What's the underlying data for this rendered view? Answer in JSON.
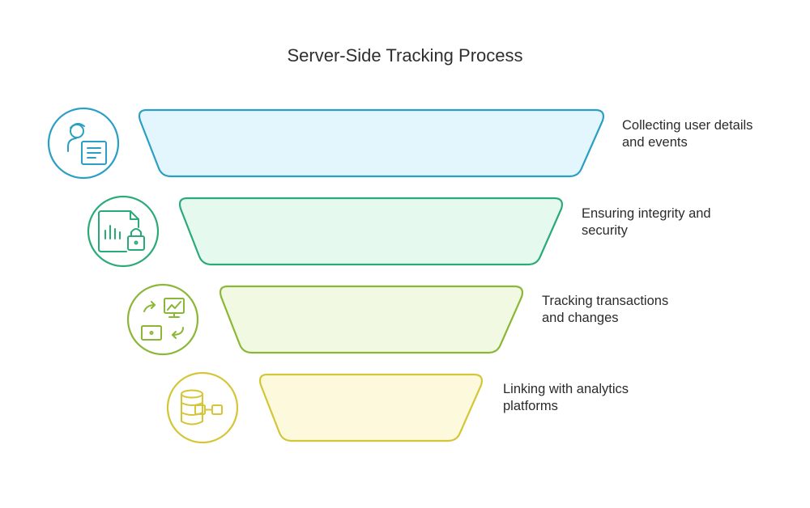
{
  "title": "Server-Side Tracking Process",
  "stages": [
    {
      "line1": "Collecting user details",
      "line2": "and events",
      "icon": "user-form-icon",
      "stroke": "#2a9fc4",
      "fill": "#e3f5fd"
    },
    {
      "line1": "Ensuring integrity and",
      "line2": "security",
      "icon": "secure-document-icon",
      "stroke": "#2aaa78",
      "fill": "#e5f9ef"
    },
    {
      "line1": "Tracking transactions",
      "line2": "and changes",
      "icon": "transaction-exchange-icon",
      "stroke": "#8ab735",
      "fill": "#f2f9e2"
    },
    {
      "line1": "Linking with analytics",
      "line2": "platforms",
      "icon": "database-link-icon",
      "stroke": "#d4c636",
      "fill": "#fdf9dd"
    }
  ]
}
